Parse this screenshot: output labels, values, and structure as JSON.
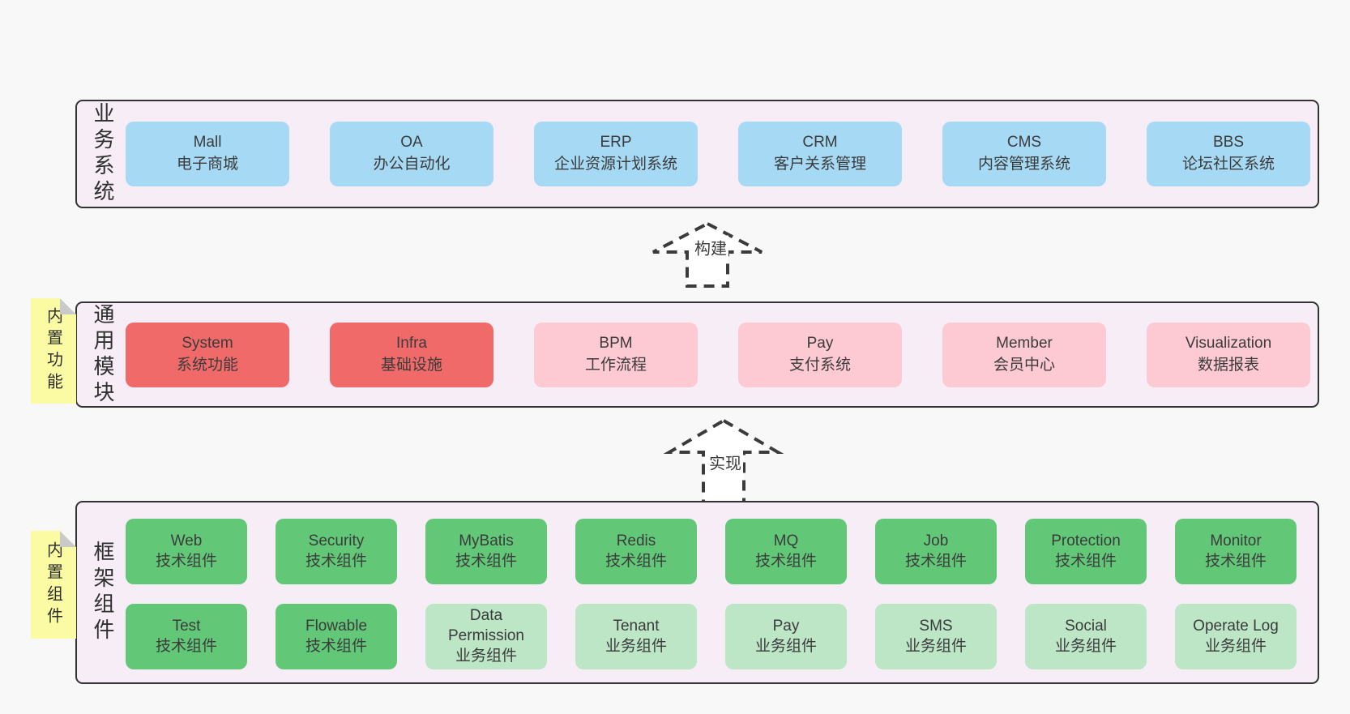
{
  "colors": {
    "page_bg": "#f8f8f8",
    "layer_bg": "#f7edf6",
    "layer_border": "#333333",
    "business_box": "#a6d9f3",
    "core_module_box": "#f16a6a",
    "optional_module_box": "#fdcad3",
    "tech_component_box": "#62c878",
    "biz_component_box": "#bce6c6",
    "sticky_note": "#fbfba3",
    "note_fold": "#c9c9c9",
    "text": "#3b3b3b"
  },
  "notes": [
    {
      "text": "内置功能"
    },
    {
      "text": "内置组件"
    }
  ],
  "arrows": [
    {
      "label": "构建"
    },
    {
      "label": "实现"
    }
  ],
  "layers": [
    {
      "label": "业务系统",
      "boxes": [
        {
          "name": "Mall",
          "desc": "电子商城"
        },
        {
          "name": "OA",
          "desc": "办公自动化"
        },
        {
          "name": "ERP",
          "desc": "企业资源计划系统"
        },
        {
          "name": "CRM",
          "desc": "客户关系管理"
        },
        {
          "name": "CMS",
          "desc": "内容管理系统"
        },
        {
          "name": "BBS",
          "desc": "论坛社区系统"
        }
      ]
    },
    {
      "label": "通用模块",
      "boxes": [
        {
          "name": "System",
          "desc": "系统功能"
        },
        {
          "name": "Infra",
          "desc": "基础设施"
        },
        {
          "name": "BPM",
          "desc": "工作流程"
        },
        {
          "name": "Pay",
          "desc": "支付系统"
        },
        {
          "name": "Member",
          "desc": "会员中心"
        },
        {
          "name": "Visualization",
          "desc": "数据报表"
        }
      ]
    },
    {
      "label": "框架组件",
      "rows": [
        [
          {
            "name": "Web",
            "desc": "技术组件"
          },
          {
            "name": "Security",
            "desc": "技术组件"
          },
          {
            "name": "MyBatis",
            "desc": "技术组件"
          },
          {
            "name": "Redis",
            "desc": "技术组件"
          },
          {
            "name": "MQ",
            "desc": "技术组件"
          },
          {
            "name": "Job",
            "desc": "技术组件"
          },
          {
            "name": "Protection",
            "desc": "技术组件"
          },
          {
            "name": "Monitor",
            "desc": "技术组件"
          }
        ],
        [
          {
            "name": "Test",
            "desc": "技术组件"
          },
          {
            "name": "Flowable",
            "desc": "技术组件"
          },
          {
            "name": "Data Permission",
            "desc": "业务组件"
          },
          {
            "name": "Tenant",
            "desc": "业务组件"
          },
          {
            "name": "Pay",
            "desc": "业务组件"
          },
          {
            "name": "SMS",
            "desc": "业务组件"
          },
          {
            "name": "Social",
            "desc": "业务组件"
          },
          {
            "name": "Operate Log",
            "desc": "业务组件"
          }
        ]
      ]
    }
  ]
}
